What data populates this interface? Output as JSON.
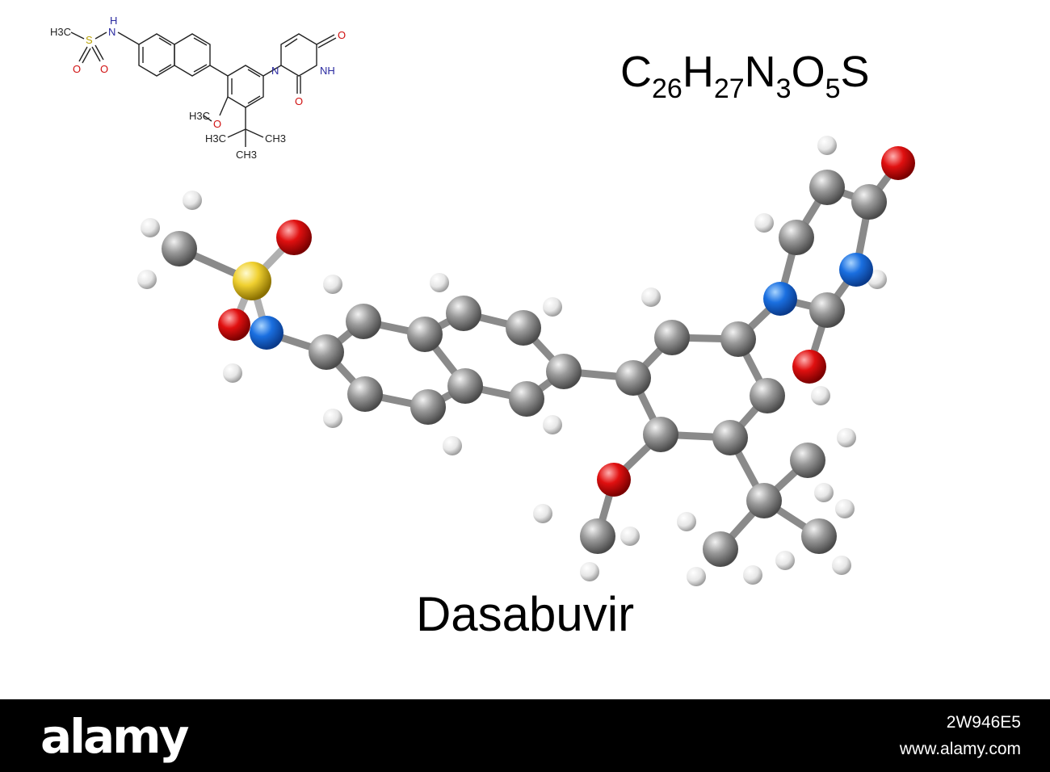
{
  "formula": {
    "parts": [
      {
        "t": "C",
        "sub": false
      },
      {
        "t": "26",
        "sub": true
      },
      {
        "t": "H",
        "sub": false
      },
      {
        "t": "27",
        "sub": true
      },
      {
        "t": "N",
        "sub": false
      },
      {
        "t": "3",
        "sub": true
      },
      {
        "t": "O",
        "sub": false
      },
      {
        "t": "5",
        "sub": true
      },
      {
        "t": "S",
        "sub": false
      }
    ]
  },
  "compound_name": "Dasabuvir",
  "structure_labels": {
    "ch3_a": "H3C",
    "s": "S",
    "nh": "N",
    "h_top": "H",
    "o1": "O",
    "o2": "O",
    "n_ring": "N",
    "o_top": "O",
    "nh_ring": "NH",
    "o_bottom": "O",
    "ome_h3c": "H3C",
    "ome_o": "O",
    "tbu_left": "H3C",
    "tbu_right": "CH3",
    "tbu_bottom": "CH3"
  },
  "colors": {
    "carbon": "#8c8c8c",
    "hydrogen": "#f2f2f2",
    "nitrogen": "#1a6fe0",
    "oxygen": "#e01010",
    "sulfur": "#f0d030",
    "bond_line": "#222222",
    "label_n": "#2a2aa0",
    "label_o": "#d01010",
    "label_s": "#b8a000"
  },
  "footer": {
    "brand": "alamy",
    "image_id": "2W946E5",
    "url": "www.alamy.com"
  }
}
